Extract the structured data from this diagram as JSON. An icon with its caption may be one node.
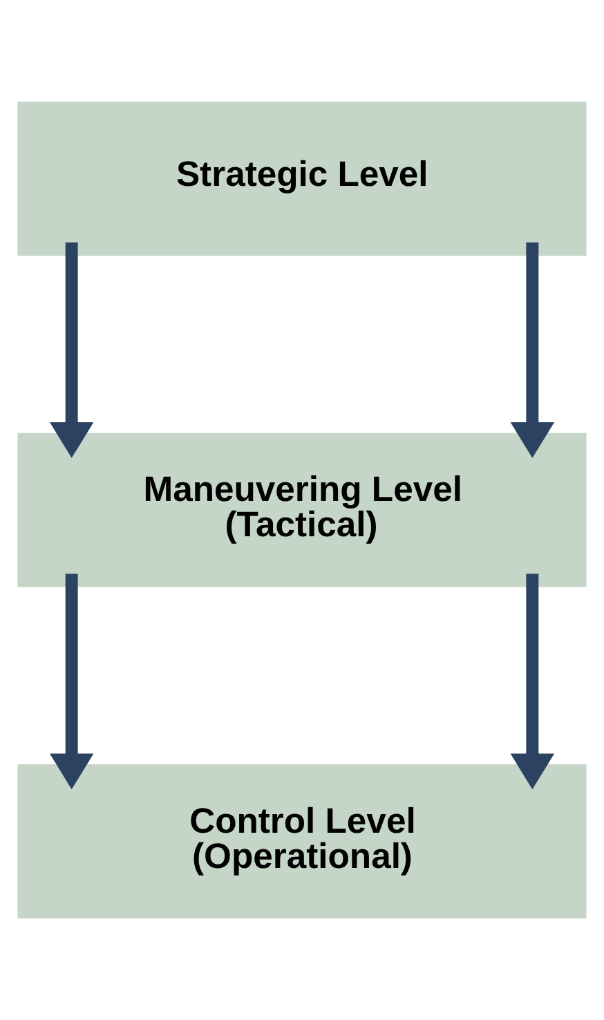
{
  "diagram": {
    "nodes": [
      {
        "text": [
          "Strategic Level"
        ]
      },
      {
        "text": [
          "Maneuvering Level (Tactical)"
        ]
      },
      {
        "text": [
          "Control Level (Operational)"
        ]
      }
    ],
    "edges": [
      {
        "from": 0,
        "to": 1,
        "arrow": "to"
      },
      {
        "from": 0,
        "to": 1,
        "arrow": "to"
      },
      {
        "from": 1,
        "to": 2,
        "arrow": "to"
      },
      {
        "from": 1,
        "to": 2,
        "arrow": "to"
      }
    ]
  }
}
